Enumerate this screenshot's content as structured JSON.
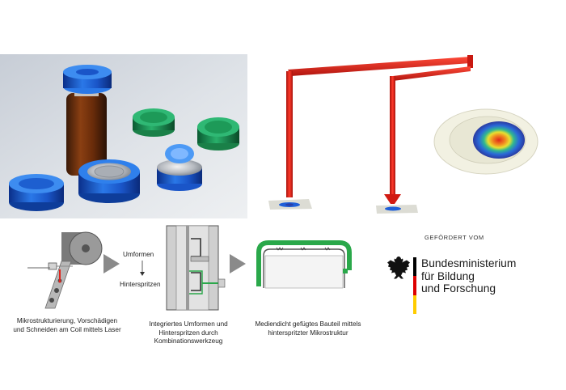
{
  "steps": [
    {
      "caption_line1": "Mikrostrukturierung, Vorschädigen",
      "caption_line2": "und Schneiden am Coil mittels Laser"
    },
    {
      "caption_line1": "Integriertes Umformen und",
      "caption_line2": "Hinterspritzen durch",
      "caption_line3": "Kombinationswerkzeug"
    },
    {
      "caption_line1": "Mediendicht gefügtes Bauteil mittels",
      "caption_line2": "hinterspritzter Mikrostruktur"
    }
  ],
  "process_labels": {
    "top": "Umformen",
    "bottom": "Hinterspritzen"
  },
  "funding": {
    "header": "GEFÖRDERT VOM",
    "ministry_line1": "Bundesministerium",
    "ministry_line2": "für Bildung",
    "ministry_line3": "und Forschung"
  },
  "colors": {
    "arrow_gray": "#8a8a8a",
    "runner_red": "#e0241c",
    "cap_blue": "#1d5fd0",
    "cap_green": "#1a9a5a",
    "injection_green": "#2aa84a",
    "flag_black": "#000000",
    "flag_red": "#dd0000",
    "flag_gold": "#ffcc00"
  }
}
